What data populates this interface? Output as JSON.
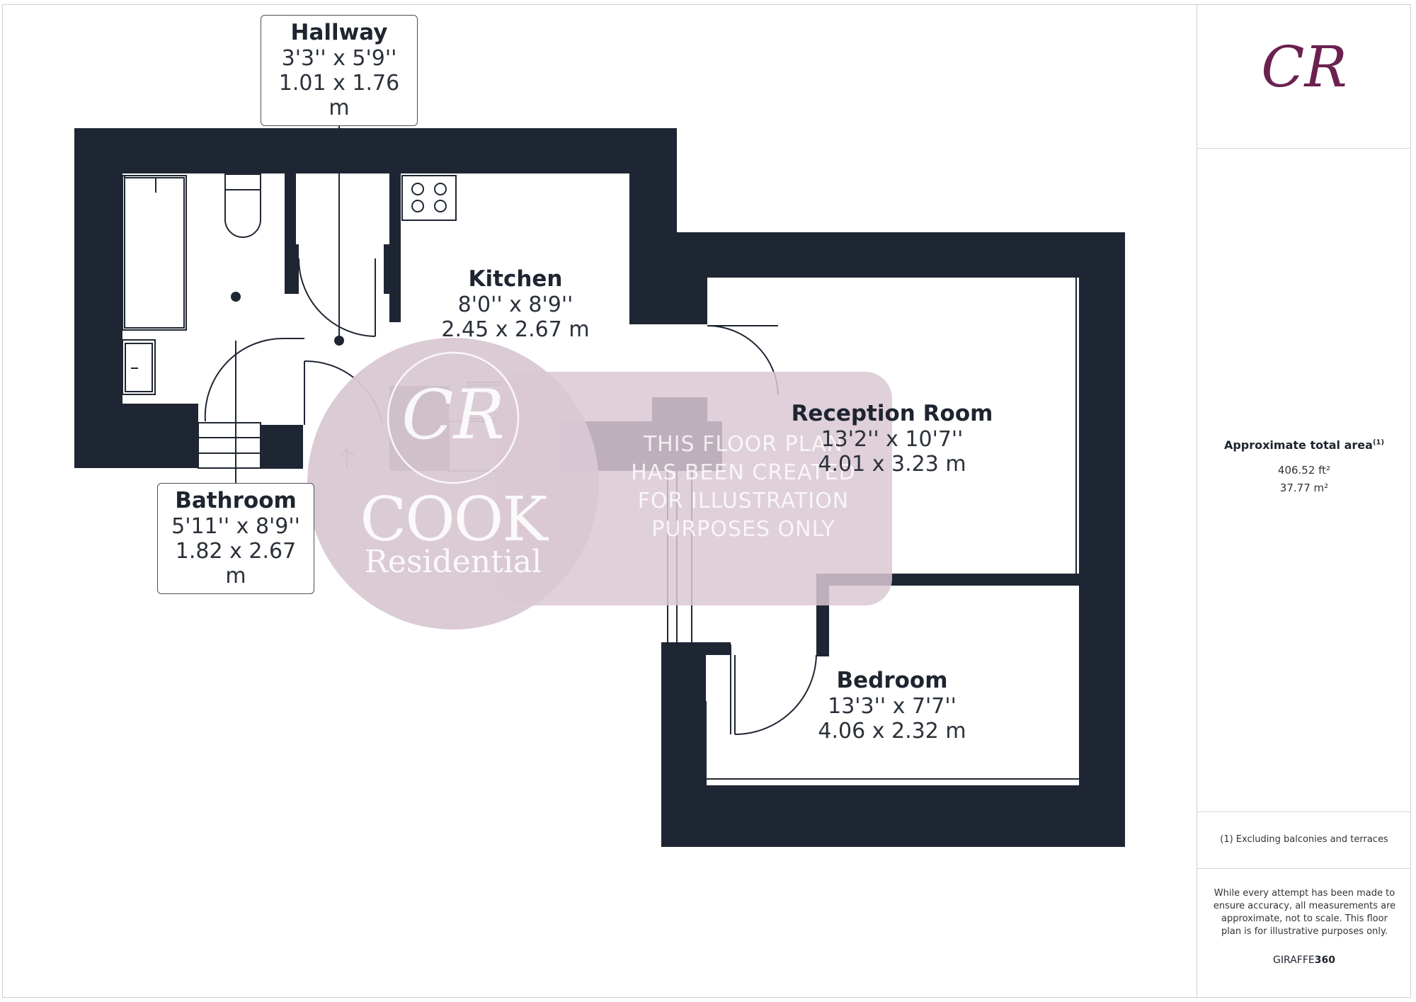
{
  "rooms": {
    "hallway": {
      "name": "Hallway",
      "imperial": "3'3'' x 5'9''",
      "metric": "1.01 x 1.76 m"
    },
    "kitchen": {
      "name": "Kitchen",
      "imperial": "8'0'' x 8'9''",
      "metric": "2.45 x 2.67 m"
    },
    "bathroom": {
      "name": "Bathroom",
      "imperial": "5'11'' x 8'9''",
      "metric": "1.82 x 2.67 m"
    },
    "reception": {
      "name": "Reception Room",
      "imperial": "13'2'' x 10'7''",
      "metric": "4.01 x 3.23 m"
    },
    "bedroom": {
      "name": "Bedroom",
      "imperial": "13'3'' x 7'7''",
      "metric": "4.06 x 2.32 m"
    }
  },
  "watermark": {
    "logo_monogram": "CR",
    "logo_name": "COOK",
    "logo_sub": "Residential",
    "notice_lines": [
      "THIS FLOOR PLAN",
      "HAS BEEN CREATED",
      "FOR ILLUSTRATION",
      "PURPOSES ONLY"
    ]
  },
  "sidebar": {
    "logo": "CR",
    "area_title": "Approximate total area",
    "area_footnote_mark": "(1)",
    "area_sqft": "406.52 ft²",
    "area_sqm": "37.77 m²",
    "footnote": "(1) Excluding balconies and terraces",
    "disclaimer": "While every attempt has been made to ensure accuracy, all measurements are approximate, not to scale. This floor plan is for illustrative purposes only.",
    "brand_prefix": "GIRAFFE",
    "brand_suffix": "360"
  },
  "colors": {
    "wall": "#1f2633",
    "watermark": "#d9c8d3",
    "brand_logo": "#6b2150"
  },
  "icons": [
    "entrance-arrow-icon",
    "hob-icon",
    "toilet-icon",
    "bath-icon",
    "sink-icon",
    "door-swing-icon"
  ]
}
